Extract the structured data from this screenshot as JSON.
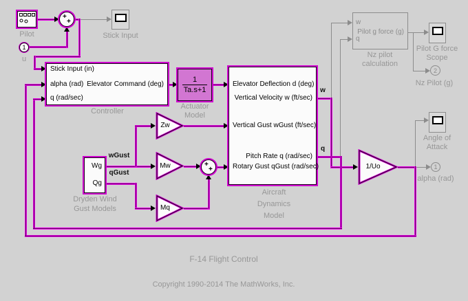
{
  "title": "F-14 Flight Control",
  "copyright": "Copyright 1990-2014 The MathWorks, Inc.",
  "colors": {
    "canvas": "#d2d2d2",
    "magenta": "#cf01cf",
    "gray": "#8c8c8c",
    "actuator_fill": "#d276d2"
  },
  "blocks": {
    "pilot": {
      "name": "Pilot"
    },
    "sum1": {
      "sign1": "+",
      "sign2": "+"
    },
    "stick_scope": {
      "name": "Stick Input"
    },
    "u_port": {
      "num": "1",
      "name": "u"
    },
    "controller": {
      "name": "Controller",
      "in1": "Stick Input (in)",
      "in2": "alpha (rad)",
      "in3": "q (rad/sec)",
      "out1": "Elevator Command (deg)"
    },
    "actuator": {
      "num": "1",
      "den": "Ta.s+1",
      "name1": "Actuator",
      "name2": "Model"
    },
    "aircraft": {
      "in1": "Elevator Deflection d (deg)",
      "in2": "Vertical Gust wGust (ft/sec)",
      "in3": "Rotary Gust qGust (rad/sec)",
      "out1": "Vertical Velocity w (ft/sec)",
      "out2": "Pitch Rate q (rad/sec)",
      "name1": "Aircraft",
      "name2": "Dynamics",
      "name3": "Model"
    },
    "nz_calc": {
      "in1": "w",
      "in2": "q",
      "out1": "Pilot g force (g)",
      "name1": "Nz pilot",
      "name2": "calculation"
    },
    "pilotg_scope": {
      "name1": "Pilot G force",
      "name2": "Scope"
    },
    "nz_port": {
      "num": "2",
      "name": "Nz Pilot (g)"
    },
    "uo_gain": {
      "value": "1/Uo"
    },
    "aoa_scope": {
      "name1": "Angle of",
      "name2": "Attack"
    },
    "alpha_port": {
      "num": "1",
      "name": "alpha (rad)"
    },
    "dryden": {
      "out1": "Wg",
      "out2": "Qg",
      "name1": "Dryden Wind",
      "name2": "Gust Models"
    },
    "zw_gain": {
      "value": "Zw"
    },
    "mw_gain": {
      "value": "Mw"
    },
    "mq_gain": {
      "value": "Mq"
    },
    "sum2": {
      "sign1": "+",
      "sign2": "+"
    }
  },
  "signal_labels": {
    "w": "w",
    "q": "q",
    "wgust": "wGust",
    "qgust": "qGust"
  }
}
